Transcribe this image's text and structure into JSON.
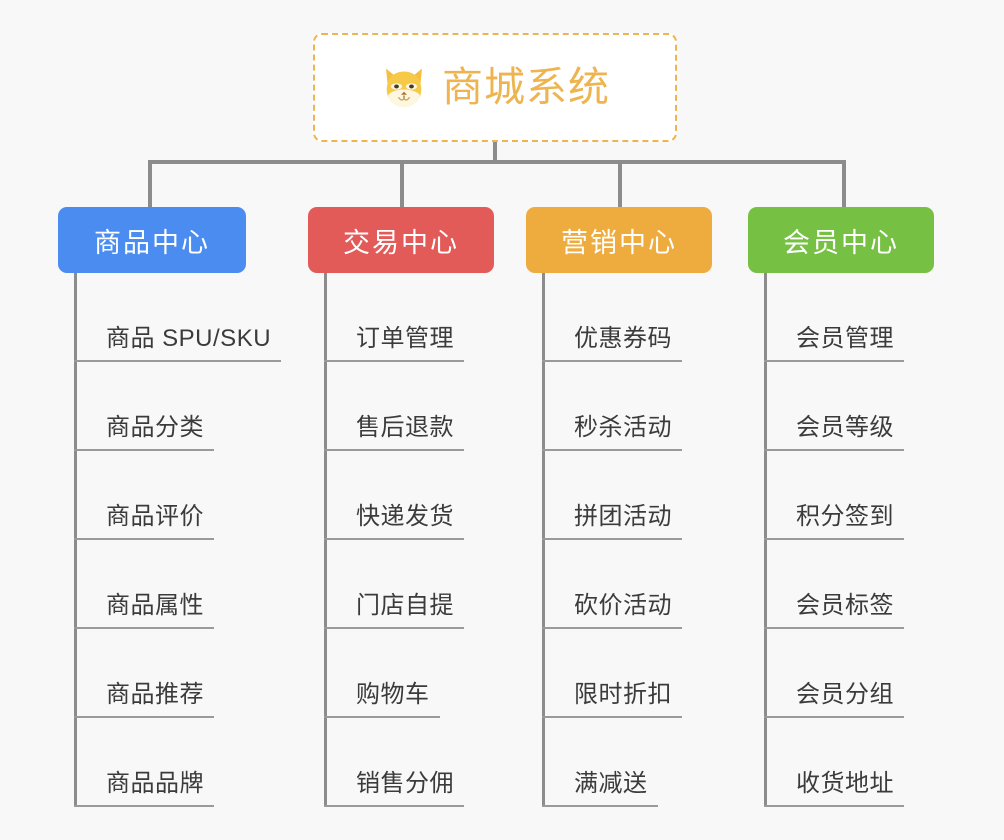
{
  "page": {
    "background_color": "#f8f8f8",
    "line_color": "#8c8c8c"
  },
  "root": {
    "title": "商城系统",
    "icon": "shiba-dog-face-icon",
    "border_color": "#eeb44f",
    "text_color": "#eeb44f",
    "background_color": "#ffffff"
  },
  "categories": [
    {
      "label": "商品中心",
      "color": "#4a8cf0",
      "items": [
        "商品 SPU/SKU",
        "商品分类",
        "商品评价",
        "商品属性",
        "商品推荐",
        "商品品牌"
      ]
    },
    {
      "label": "交易中心",
      "color": "#e35b58",
      "items": [
        "订单管理",
        "售后退款",
        "快递发货",
        "门店自提",
        "购物车",
        "销售分佣"
      ]
    },
    {
      "label": "营销中心",
      "color": "#eeab3e",
      "items": [
        "优惠券码",
        "秒杀活动",
        "拼团活动",
        "砍价活动",
        "限时折扣",
        "满减送"
      ]
    },
    {
      "label": "会员中心",
      "color": "#76c044",
      "items": [
        "会员管理",
        "会员等级",
        "积分签到",
        "会员标签",
        "会员分组",
        "收货地址"
      ]
    }
  ]
}
